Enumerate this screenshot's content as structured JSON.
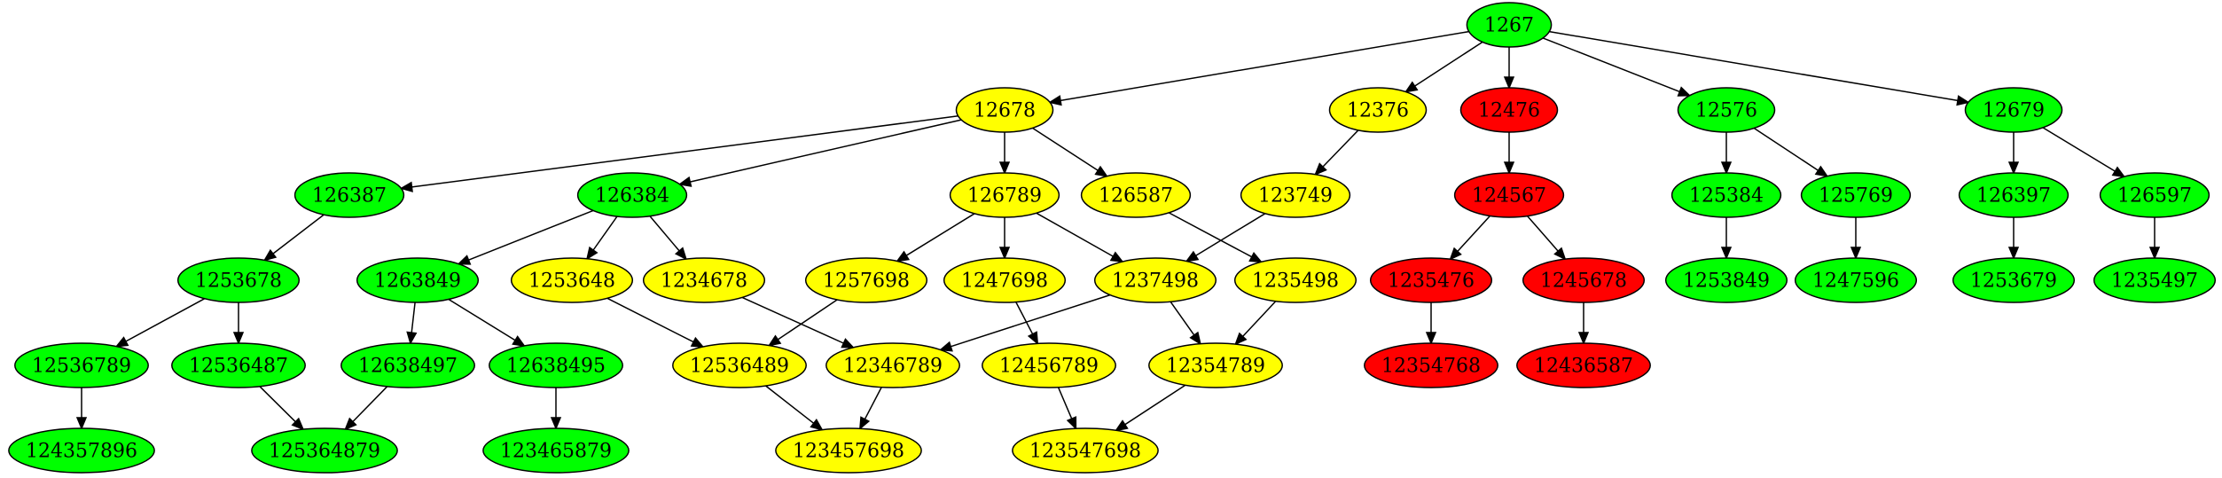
{
  "colors": {
    "green": "#00ff00",
    "yellow": "#ffff00",
    "red": "#ff0000"
  },
  "nodes": [
    {
      "id": "1267",
      "label": "1267",
      "color": "green"
    },
    {
      "id": "12678",
      "label": "12678",
      "color": "yellow"
    },
    {
      "id": "12376",
      "label": "12376",
      "color": "yellow"
    },
    {
      "id": "12476",
      "label": "12476",
      "color": "red"
    },
    {
      "id": "12576",
      "label": "12576",
      "color": "green"
    },
    {
      "id": "12679",
      "label": "12679",
      "color": "green"
    },
    {
      "id": "126387",
      "label": "126387",
      "color": "green"
    },
    {
      "id": "126384",
      "label": "126384",
      "color": "green"
    },
    {
      "id": "126789",
      "label": "126789",
      "color": "yellow"
    },
    {
      "id": "126587",
      "label": "126587",
      "color": "yellow"
    },
    {
      "id": "123749",
      "label": "123749",
      "color": "yellow"
    },
    {
      "id": "124567",
      "label": "124567",
      "color": "red"
    },
    {
      "id": "125384",
      "label": "125384",
      "color": "green"
    },
    {
      "id": "125769",
      "label": "125769",
      "color": "green"
    },
    {
      "id": "126397",
      "label": "126397",
      "color": "green"
    },
    {
      "id": "126597",
      "label": "126597",
      "color": "green"
    },
    {
      "id": "1253678",
      "label": "1253678",
      "color": "green"
    },
    {
      "id": "1263849",
      "label": "1263849",
      "color": "green"
    },
    {
      "id": "1253648",
      "label": "1253648",
      "color": "yellow"
    },
    {
      "id": "1234678",
      "label": "1234678",
      "color": "yellow"
    },
    {
      "id": "1257698",
      "label": "1257698",
      "color": "yellow"
    },
    {
      "id": "1247698",
      "label": "1247698",
      "color": "yellow"
    },
    {
      "id": "1237498",
      "label": "1237498",
      "color": "yellow"
    },
    {
      "id": "1235498",
      "label": "1235498",
      "color": "yellow"
    },
    {
      "id": "1235476",
      "label": "1235476",
      "color": "red"
    },
    {
      "id": "1245678",
      "label": "1245678",
      "color": "red"
    },
    {
      "id": "1253849",
      "label": "1253849",
      "color": "green"
    },
    {
      "id": "1247596",
      "label": "1247596",
      "color": "green"
    },
    {
      "id": "1253679",
      "label": "1253679",
      "color": "green"
    },
    {
      "id": "1235497",
      "label": "1235497",
      "color": "green"
    },
    {
      "id": "12536789",
      "label": "12536789",
      "color": "green"
    },
    {
      "id": "12536487",
      "label": "12536487",
      "color": "green"
    },
    {
      "id": "12638497",
      "label": "12638497",
      "color": "green"
    },
    {
      "id": "12638495",
      "label": "12638495",
      "color": "green"
    },
    {
      "id": "12536489",
      "label": "12536489",
      "color": "yellow"
    },
    {
      "id": "12346789",
      "label": "12346789",
      "color": "yellow"
    },
    {
      "id": "12456789",
      "label": "12456789",
      "color": "yellow"
    },
    {
      "id": "12354789",
      "label": "12354789",
      "color": "yellow"
    },
    {
      "id": "12354768",
      "label": "12354768",
      "color": "red"
    },
    {
      "id": "12436587",
      "label": "12436587",
      "color": "red"
    },
    {
      "id": "124357896",
      "label": "124357896",
      "color": "green"
    },
    {
      "id": "125364879",
      "label": "125364879",
      "color": "green"
    },
    {
      "id": "123465879",
      "label": "123465879",
      "color": "green"
    },
    {
      "id": "123457698",
      "label": "123457698",
      "color": "yellow"
    },
    {
      "id": "123547698",
      "label": "123547698",
      "color": "yellow"
    }
  ],
  "edges": [
    [
      "1267",
      "12678"
    ],
    [
      "1267",
      "12376"
    ],
    [
      "1267",
      "12476"
    ],
    [
      "1267",
      "12576"
    ],
    [
      "1267",
      "12679"
    ],
    [
      "12678",
      "126387"
    ],
    [
      "12678",
      "126384"
    ],
    [
      "12678",
      "126789"
    ],
    [
      "12678",
      "126587"
    ],
    [
      "12376",
      "123749"
    ],
    [
      "12476",
      "124567"
    ],
    [
      "12576",
      "125384"
    ],
    [
      "12576",
      "125769"
    ],
    [
      "12679",
      "126397"
    ],
    [
      "12679",
      "126597"
    ],
    [
      "126387",
      "1253678"
    ],
    [
      "126384",
      "1263849"
    ],
    [
      "126384",
      "1253648"
    ],
    [
      "126384",
      "1234678"
    ],
    [
      "126789",
      "1257698"
    ],
    [
      "126789",
      "1247698"
    ],
    [
      "126789",
      "1237498"
    ],
    [
      "126587",
      "1235498"
    ],
    [
      "123749",
      "1237498"
    ],
    [
      "124567",
      "1235476"
    ],
    [
      "124567",
      "1245678"
    ],
    [
      "125384",
      "1253849"
    ],
    [
      "125769",
      "1247596"
    ],
    [
      "126397",
      "1253679"
    ],
    [
      "126597",
      "1235497"
    ],
    [
      "1253678",
      "12536789"
    ],
    [
      "1253678",
      "12536487"
    ],
    [
      "1263849",
      "12638497"
    ],
    [
      "1263849",
      "12638495"
    ],
    [
      "1253648",
      "12536489"
    ],
    [
      "1234678",
      "12346789"
    ],
    [
      "1257698",
      "12536489"
    ],
    [
      "1247698",
      "12456789"
    ],
    [
      "1237498",
      "12346789"
    ],
    [
      "1237498",
      "12354789"
    ],
    [
      "1235498",
      "12354789"
    ],
    [
      "1235476",
      "12354768"
    ],
    [
      "1245678",
      "12436587"
    ],
    [
      "12536789",
      "124357896"
    ],
    [
      "12536487",
      "125364879"
    ],
    [
      "12638497",
      "125364879"
    ],
    [
      "12638495",
      "123465879"
    ],
    [
      "12536489",
      "123457698"
    ],
    [
      "12346789",
      "123457698"
    ],
    [
      "12456789",
      "123547698"
    ],
    [
      "12354789",
      "123547698"
    ]
  ]
}
